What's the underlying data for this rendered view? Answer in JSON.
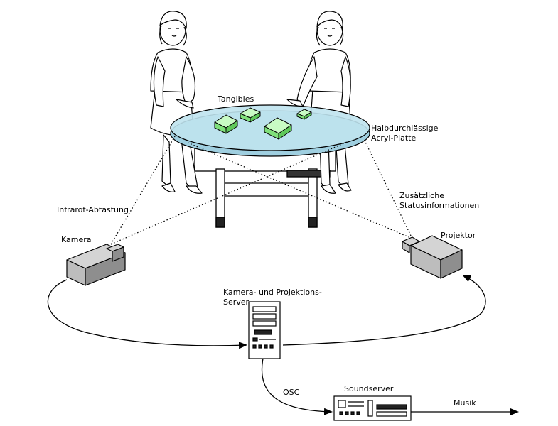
{
  "labels": {
    "tangibles": "Tangibles",
    "plate_line1": "Halbdurchlässige",
    "plate_line2": "Acryl-Platte",
    "infrared": "Infrarot-Abtastung",
    "status_line1": "Zusätzliche",
    "status_line2": "Statusinformationen",
    "camera": "Kamera",
    "projector": "Projektor",
    "server_line1": "Kamera- und Projektions-",
    "server_line2": "Server",
    "osc": "OSC",
    "soundserver": "Soundserver",
    "music": "Musik"
  },
  "colors": {
    "tabletop": "#bfe3ee",
    "tangible_green": "#9ef59a",
    "device_gray": "#a9a9a9",
    "stroke": "#000000"
  }
}
